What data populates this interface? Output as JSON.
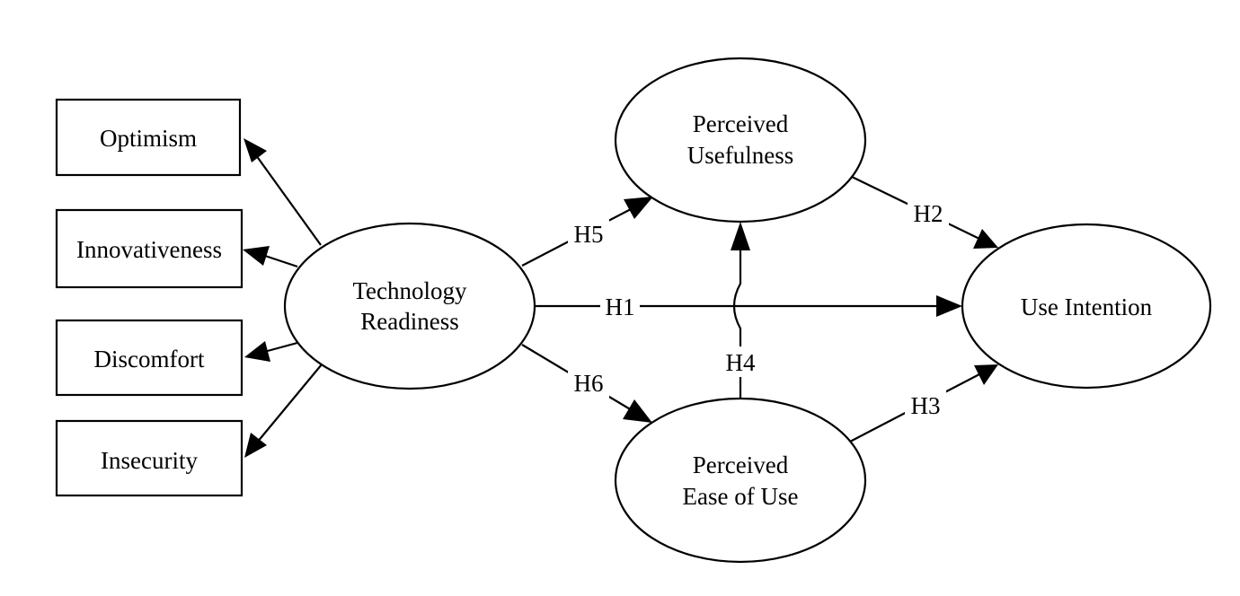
{
  "diagram": {
    "nodes": {
      "optimism": {
        "label": "Optimism"
      },
      "innovativeness": {
        "label": "Innovativeness"
      },
      "discomfort": {
        "label": "Discomfort"
      },
      "insecurity": {
        "label": "Insecurity"
      },
      "technology_readiness": {
        "line1": "Technology",
        "line2": "Readiness"
      },
      "perceived_usefulness": {
        "line1": "Perceived",
        "line2": "Usefulness"
      },
      "perceived_ease_of_use": {
        "line1": "Perceived",
        "line2": "Ease of Use"
      },
      "use_intention": {
        "label": "Use Intention"
      }
    },
    "edges": {
      "h1": "H1",
      "h2": "H2",
      "h3": "H3",
      "h4": "H4",
      "h5": "H5",
      "h6": "H6"
    }
  }
}
